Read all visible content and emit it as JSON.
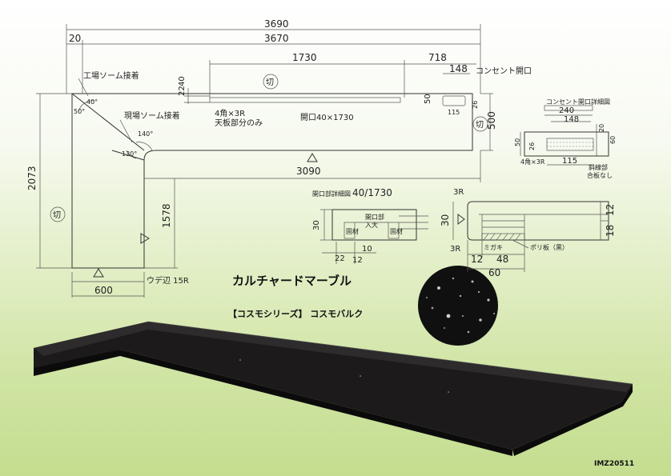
{
  "product": {
    "name": "カルチャードマーブル",
    "series": "【コスモシリーズ】 コスモバルク",
    "code": "IMZ20511"
  },
  "plan": {
    "dims": {
      "total_length": "3690",
      "inner_length": "3670",
      "left_offset": "20",
      "opening_length": "1730",
      "to_outlet": "718",
      "outlet_width": "148",
      "outlet_label": "コンセント開口",
      "depth_right": "500",
      "dim_40": "40",
      "dim_22": "22",
      "dim_50": "50",
      "dim_26": "26",
      "dim_115": "115",
      "long_edge": "3090",
      "overall_depth": "2073",
      "inner_depth": "1578",
      "width_left": "600"
    },
    "notes": {
      "factory_seam_1": "工場ソーム接着",
      "factory_seam_2": "現場ソーム接着",
      "corner_note": "4角×3R",
      "top_only": "天板部分のみ",
      "opening_note": "開口40×1730",
      "corner_radius": "ウデ辺 15R",
      "cut_mark_1": "切",
      "cut_mark_2": "切",
      "cut_mark_3": "切"
    },
    "angles": {
      "a1": "50°",
      "a2": "40°",
      "a3": "140°",
      "a4": "130°"
    }
  },
  "outlet_detail": {
    "title": "コンセント開口詳細図",
    "w240": "240",
    "w148": "148",
    "w115": "115",
    "h50": "50",
    "h26": "26",
    "h20": "20",
    "h60": "60",
    "corner": "4角×3R",
    "note1": "斜線部",
    "note2": "合板なし"
  },
  "opening_detail": {
    "title": "開口部詳細図",
    "spec": "40/1730",
    "h30": "30",
    "w10": "10",
    "w22": "22",
    "w12": "12",
    "label_open1": "開口部",
    "label_open2": "入大",
    "label_side": "固材"
  },
  "edge_detail": {
    "r_top": "3R",
    "r_bottom": "3R",
    "h30": "30",
    "h18": "18",
    "h12": "12",
    "w12": "12",
    "w48": "48",
    "w60": "60",
    "label_miter": "ミガキ",
    "label_poly": "ポリ板（黒）"
  }
}
